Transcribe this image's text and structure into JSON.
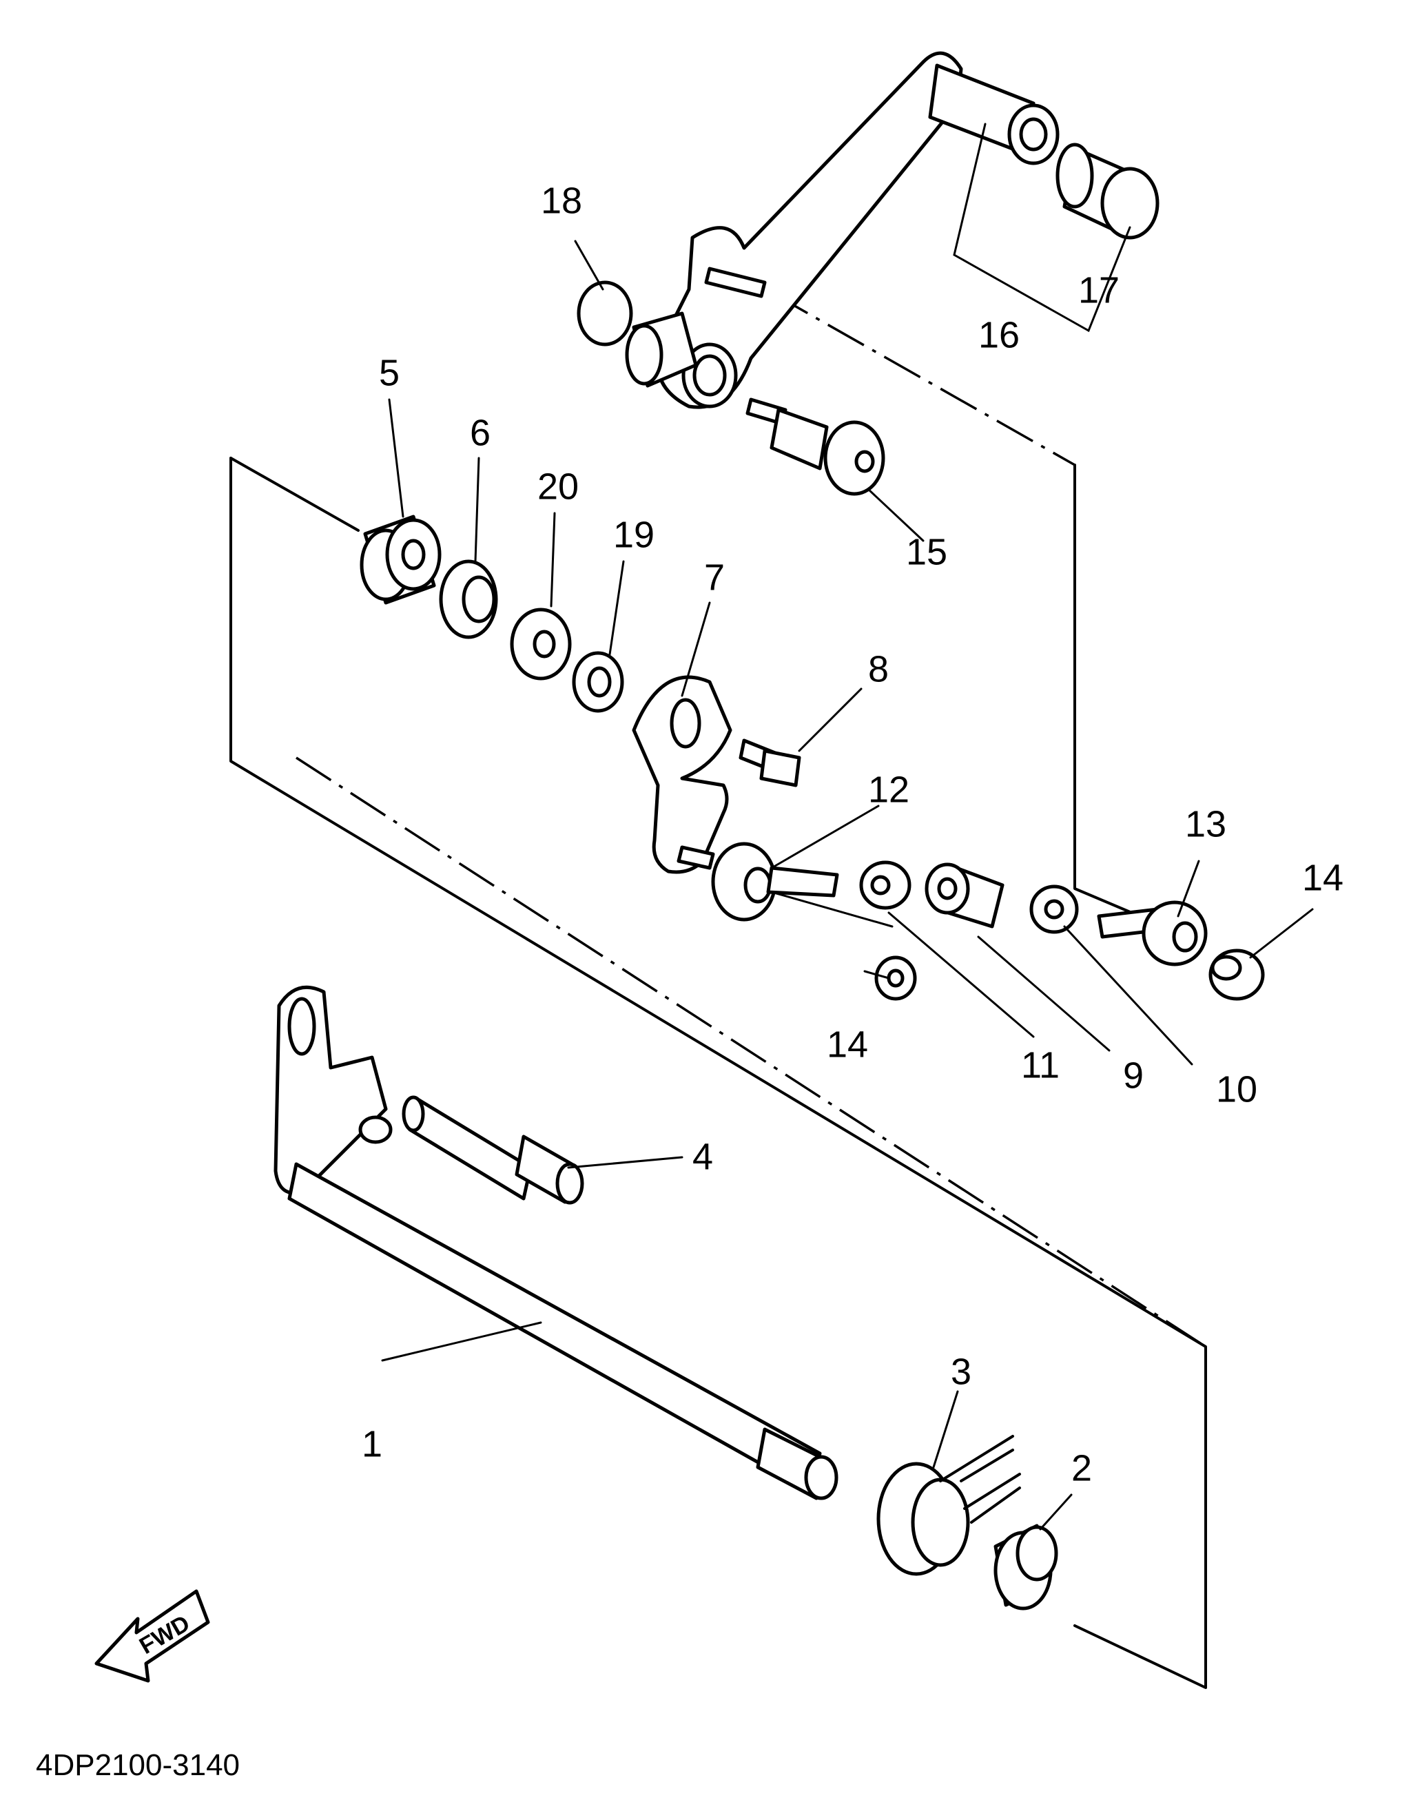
{
  "callouts": {
    "c1": "1",
    "c2": "2",
    "c3": "3",
    "c4": "4",
    "c5": "5",
    "c6": "6",
    "c7": "7",
    "c8": "8",
    "c9": "9",
    "c10": "10",
    "c11": "11",
    "c12": "12",
    "c13": "13",
    "c14a": "14",
    "c14b": "14",
    "c15": "15",
    "c16": "16",
    "c17": "17",
    "c18": "18",
    "c19": "19",
    "c20": "20"
  },
  "fwd_label": "FWD",
  "diagram_code": "4DP2100-3140"
}
